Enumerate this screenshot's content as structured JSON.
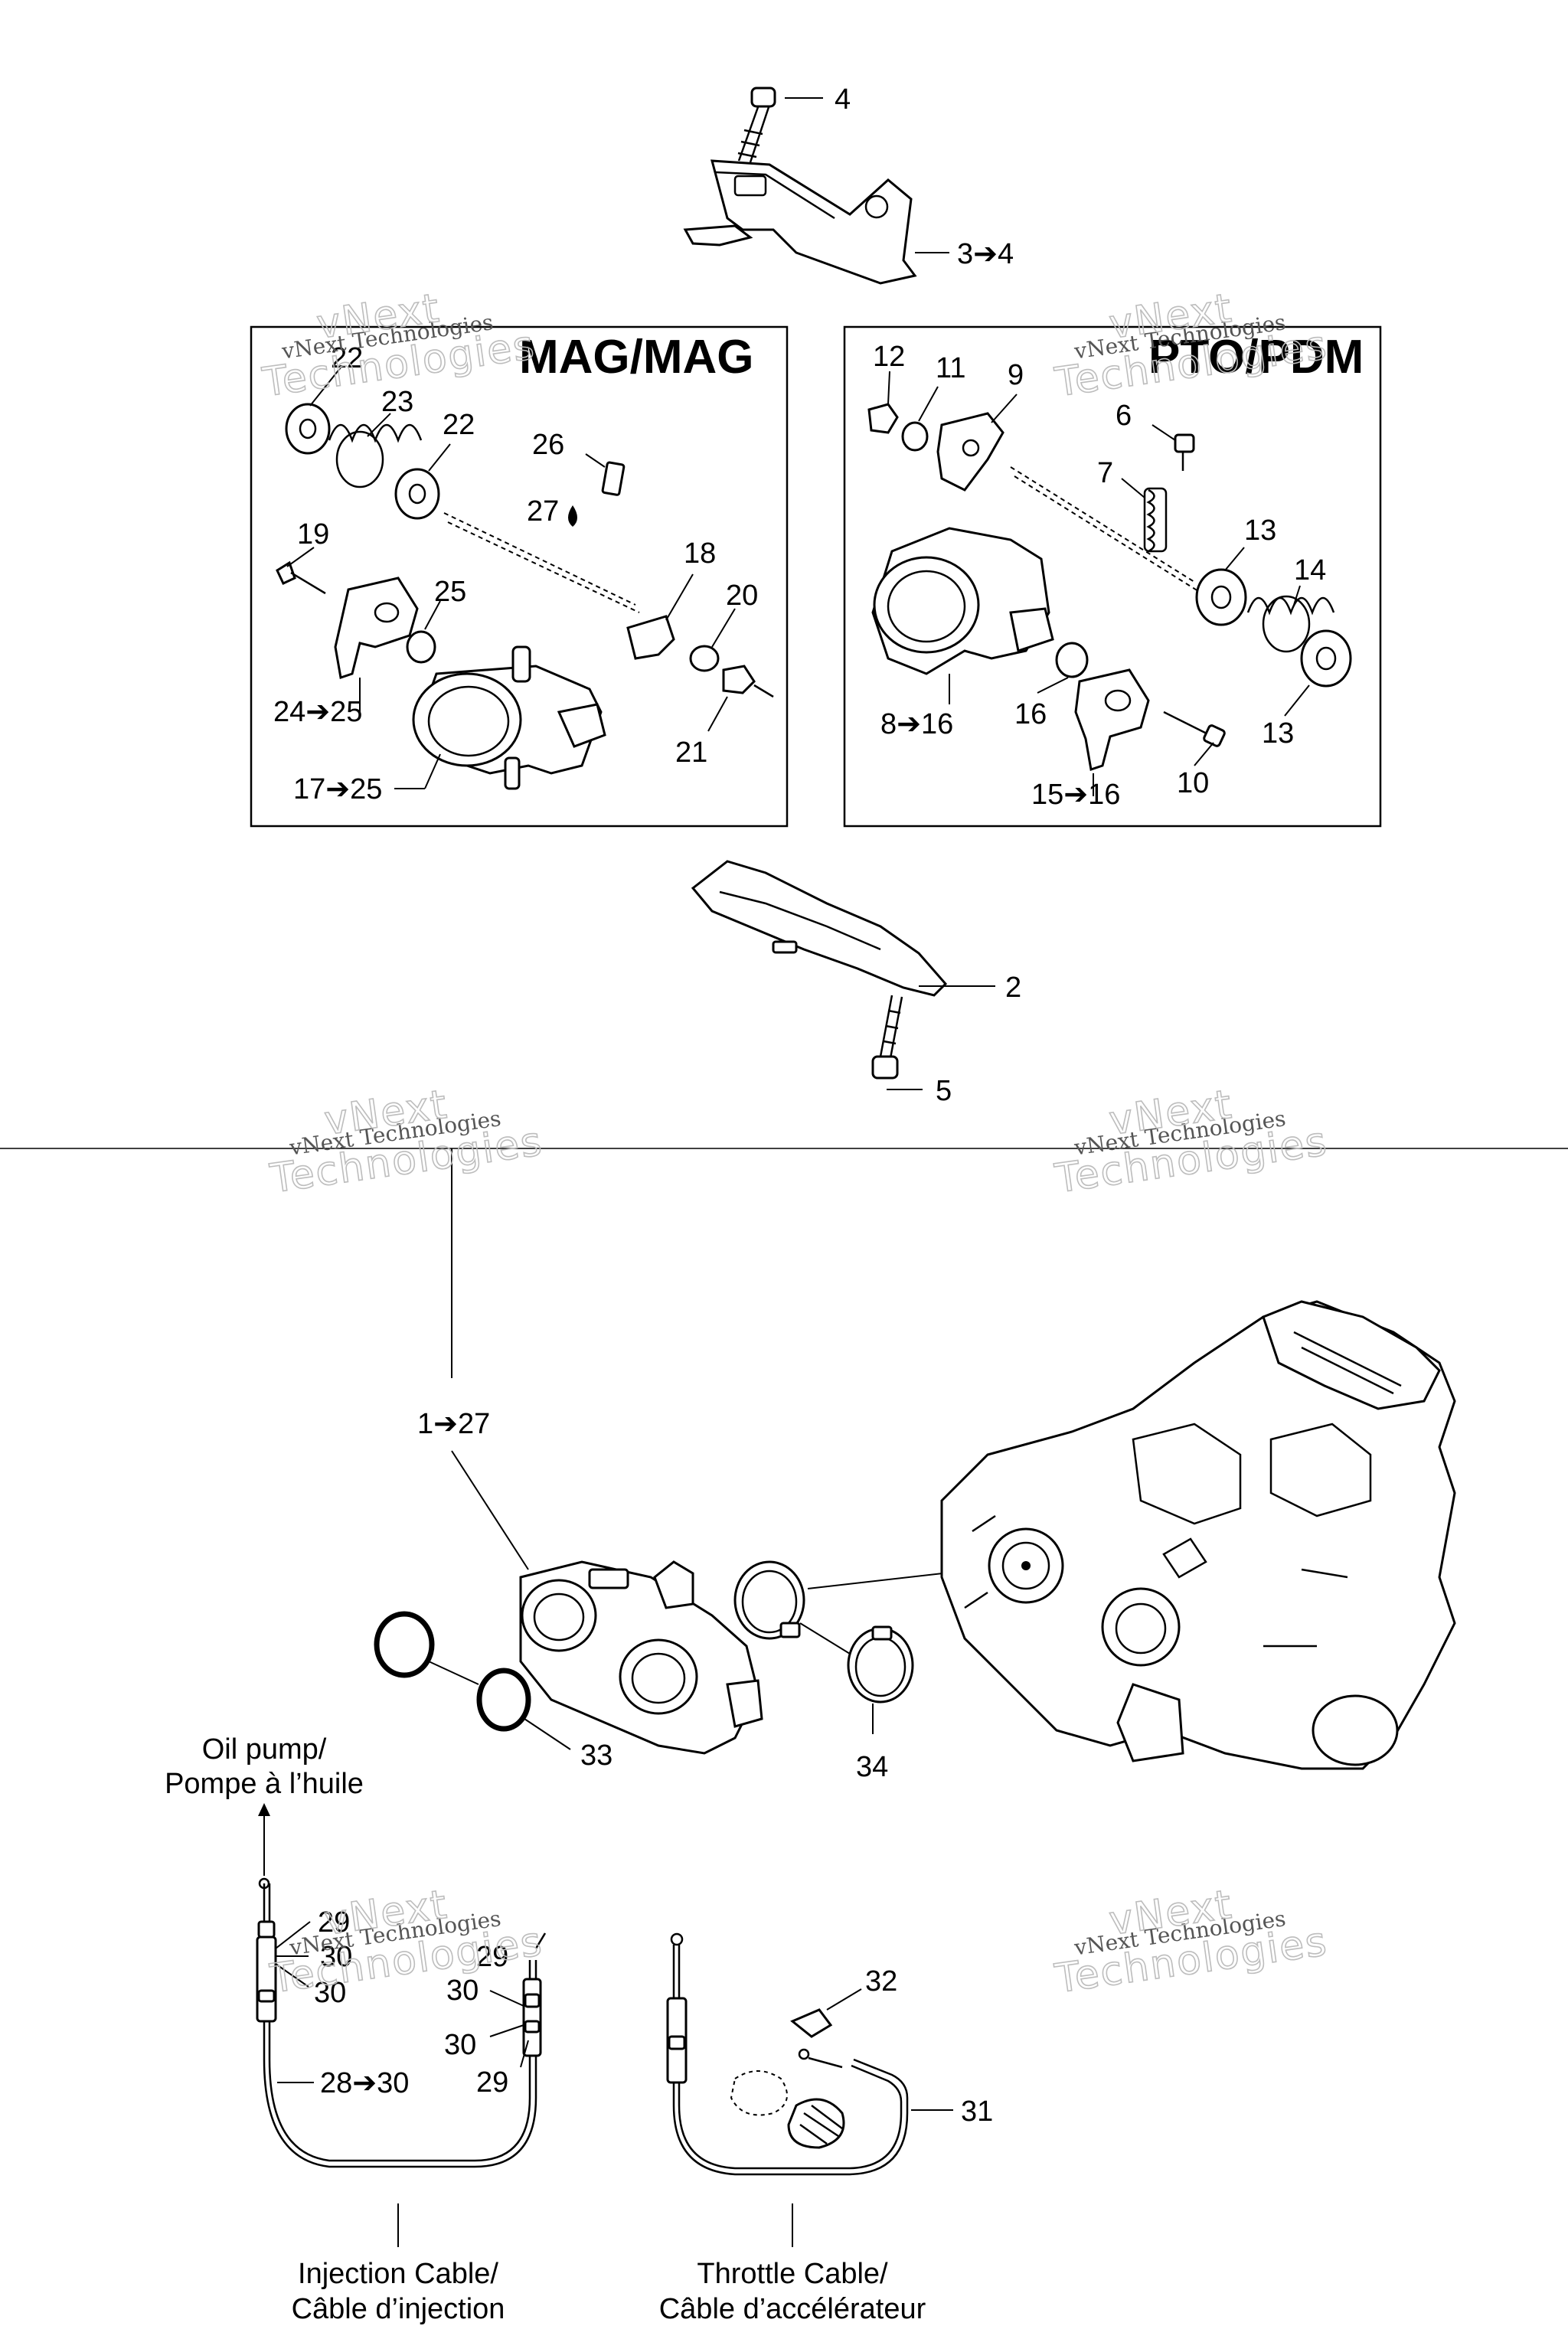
{
  "boxes": {
    "mag": {
      "title": "MAG/MAG"
    },
    "pto": {
      "title": "PTO/PDM"
    }
  },
  "watermark": {
    "line1": "vNext Technologies",
    "line2": "vNext",
    "line3": "Technologies"
  },
  "callouts": {
    "c4": "4",
    "c3_4": "3➔4",
    "c2": "2",
    "c5": "5",
    "mag": {
      "c22a": "22",
      "c23": "23",
      "c22b": "22",
      "c26": "26",
      "c27": "27",
      "c19": "19",
      "c25": "25",
      "c18": "18",
      "c20": "20",
      "c24_25": "24➔25",
      "c21": "21",
      "c17_25": "17➔25"
    },
    "pto": {
      "c12": "12",
      "c11": "11",
      "c9": "9",
      "c6": "6",
      "c7": "7",
      "c13a": "13",
      "c14": "14",
      "c8_16": "8➔16",
      "c16": "16",
      "c13b": "13",
      "c15_16": "15➔16",
      "c10": "10"
    },
    "c1_27": "1➔27",
    "c33": "33",
    "c34": "34",
    "c29a": "29",
    "c30a": "30",
    "c30b": "30",
    "c29b": "29",
    "c30c": "30",
    "c30d": "30",
    "c29c": "29",
    "c28_30": "28➔30",
    "c32": "32",
    "c31": "31"
  },
  "captions": {
    "oil_pump_1": "Oil pump/",
    "oil_pump_2": "Pompe à l’huile",
    "injection_1": "Injection Cable/",
    "injection_2": "Câble d’injection",
    "throttle_1": "Throttle Cable/",
    "throttle_2": "Câble d’accélérateur"
  },
  "colors": {
    "ink": "#000000",
    "watermark": "#bdbdbd",
    "background": "#ffffff"
  }
}
